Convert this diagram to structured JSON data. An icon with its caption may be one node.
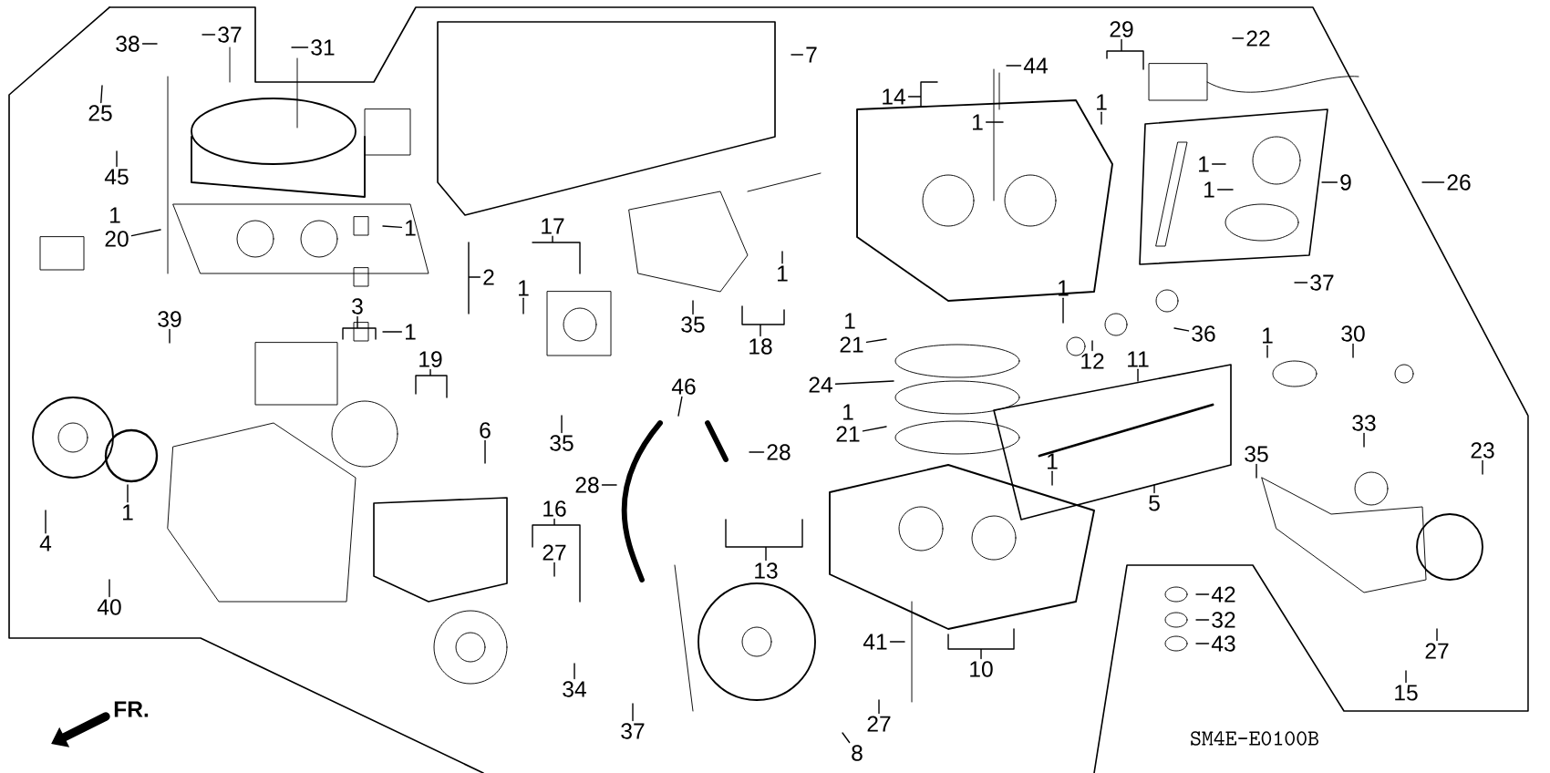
{
  "diagram": {
    "nodes": [
      {
        "text": [
          "38"
        ]
      },
      {
        "text": [
          "37"
        ]
      },
      {
        "text": [
          "31"
        ]
      },
      {
        "text": [
          "25"
        ]
      },
      {
        "text": [
          "45"
        ]
      },
      {
        "text": [
          "20"
        ]
      },
      {
        "text": [
          "1"
        ]
      },
      {
        "text": [
          "2"
        ]
      },
      {
        "text": [
          "1"
        ]
      },
      {
        "text": [
          "3"
        ]
      },
      {
        "text": [
          "17"
        ]
      },
      {
        "text": [
          "1"
        ]
      },
      {
        "text": [
          "39"
        ]
      },
      {
        "text": [
          "19"
        ]
      },
      {
        "text": [
          "6"
        ]
      },
      {
        "text": [
          "4"
        ]
      },
      {
        "text": [
          "1"
        ]
      },
      {
        "text": [
          "40"
        ]
      },
      {
        "text": [
          "35"
        ]
      },
      {
        "text": [
          "16"
        ]
      },
      {
        "text": [
          "27"
        ]
      },
      {
        "text": [
          "34"
        ]
      },
      {
        "text": [
          "37"
        ]
      },
      {
        "text": [
          "28"
        ]
      },
      {
        "text": [
          "46"
        ]
      },
      {
        "text": [
          "28"
        ]
      },
      {
        "text": [
          "13"
        ]
      },
      {
        "text": [
          "41"
        ]
      },
      {
        "text": [
          "8"
        ]
      },
      {
        "text": [
          "27"
        ]
      },
      {
        "text": [
          "10"
        ]
      },
      {
        "text": [
          "7"
        ]
      },
      {
        "text": [
          "14"
        ]
      },
      {
        "text": [
          "1"
        ]
      },
      {
        "text": [
          "44"
        ]
      },
      {
        "text": [
          "29"
        ]
      },
      {
        "text": [
          "1"
        ]
      },
      {
        "text": [
          "22"
        ]
      },
      {
        "text": [
          "1"
        ]
      },
      {
        "text": [
          "1"
        ]
      },
      {
        "text": [
          "9"
        ]
      },
      {
        "text": [
          "26"
        ]
      },
      {
        "text": [
          "37"
        ]
      },
      {
        "text": [
          "35"
        ]
      },
      {
        "text": [
          "1"
        ]
      },
      {
        "text": [
          "18"
        ]
      },
      {
        "text": [
          "21"
        ]
      },
      {
        "text": [
          "24"
        ]
      },
      {
        "text": [
          "21"
        ]
      },
      {
        "text": [
          "1"
        ]
      },
      {
        "text": [
          "12"
        ]
      },
      {
        "text": [
          "36"
        ]
      },
      {
        "text": [
          "11"
        ]
      },
      {
        "text": [
          "1"
        ]
      },
      {
        "text": [
          "30"
        ]
      },
      {
        "text": [
          "5"
        ]
      },
      {
        "text": [
          "1"
        ]
      },
      {
        "text": [
          "35"
        ]
      },
      {
        "text": [
          "33"
        ]
      },
      {
        "text": [
          "23"
        ]
      },
      {
        "text": [
          "42"
        ]
      },
      {
        "text": [
          "32"
        ]
      },
      {
        "text": [
          "43"
        ]
      },
      {
        "text": [
          "27"
        ]
      },
      {
        "text": [
          "15"
        ]
      }
    ],
    "edges": [
      {
        "from": 0,
        "to": null,
        "arrow": "none"
      },
      {
        "from": 1,
        "to": null,
        "arrow": "none"
      },
      {
        "from": 2,
        "to": null,
        "arrow": "none"
      },
      {
        "from": 3,
        "to": null,
        "arrow": "none"
      },
      {
        "from": 4,
        "to": null,
        "arrow": "none"
      },
      {
        "from": 5,
        "to": null,
        "arrow": "none"
      },
      {
        "from": 6,
        "to": null,
        "arrow": "none"
      },
      {
        "from": 7,
        "to": null,
        "arrow": "none"
      },
      {
        "from": 8,
        "to": null,
        "arrow": "none"
      },
      {
        "from": 9,
        "to": null,
        "arrow": "none"
      },
      {
        "from": 10,
        "to": null,
        "arrow": "none"
      },
      {
        "from": 11,
        "to": null,
        "arrow": "none"
      },
      {
        "from": 12,
        "to": null,
        "arrow": "none"
      },
      {
        "from": 13,
        "to": null,
        "arrow": "none"
      },
      {
        "from": 14,
        "to": null,
        "arrow": "none"
      },
      {
        "from": 15,
        "to": null,
        "arrow": "none"
      },
      {
        "from": 16,
        "to": null,
        "arrow": "none"
      },
      {
        "from": 17,
        "to": null,
        "arrow": "none"
      },
      {
        "from": 18,
        "to": null,
        "arrow": "none"
      },
      {
        "from": 19,
        "to": null,
        "arrow": "none"
      },
      {
        "from": 20,
        "to": null,
        "arrow": "none"
      },
      {
        "from": 21,
        "to": null,
        "arrow": "none"
      },
      {
        "from": 22,
        "to": null,
        "arrow": "none"
      },
      {
        "from": 23,
        "to": null,
        "arrow": "none"
      },
      {
        "from": 24,
        "to": null,
        "arrow": "none"
      },
      {
        "from": 25,
        "to": null,
        "arrow": "none"
      },
      {
        "from": 26,
        "to": null,
        "arrow": "none"
      },
      {
        "from": 27,
        "to": null,
        "arrow": "none"
      },
      {
        "from": 28,
        "to": null,
        "arrow": "none"
      },
      {
        "from": 29,
        "to": null,
        "arrow": "none"
      },
      {
        "from": 30,
        "to": null,
        "arrow": "none"
      },
      {
        "from": 31,
        "to": null,
        "arrow": "none"
      },
      {
        "from": 32,
        "to": null,
        "arrow": "none"
      },
      {
        "from": 33,
        "to": null,
        "arrow": "none"
      },
      {
        "from": 34,
        "to": null,
        "arrow": "none"
      },
      {
        "from": 35,
        "to": null,
        "arrow": "none"
      },
      {
        "from": 36,
        "to": null,
        "arrow": "none"
      },
      {
        "from": 37,
        "to": null,
        "arrow": "none"
      },
      {
        "from": 38,
        "to": null,
        "arrow": "none"
      },
      {
        "from": 39,
        "to": null,
        "arrow": "none"
      },
      {
        "from": 40,
        "to": null,
        "arrow": "none"
      },
      {
        "from": 41,
        "to": null,
        "arrow": "none"
      },
      {
        "from": 42,
        "to": null,
        "arrow": "none"
      },
      {
        "from": 43,
        "to": null,
        "arrow": "none"
      },
      {
        "from": 44,
        "to": null,
        "arrow": "none"
      },
      {
        "from": 45,
        "to": null,
        "arrow": "none"
      },
      {
        "from": 46,
        "to": null,
        "arrow": "none"
      },
      {
        "from": 47,
        "to": null,
        "arrow": "none"
      },
      {
        "from": 48,
        "to": null,
        "arrow": "none"
      },
      {
        "from": 49,
        "to": null,
        "arrow": "none"
      },
      {
        "from": 50,
        "to": null,
        "arrow": "none"
      },
      {
        "from": 51,
        "to": null,
        "arrow": "none"
      },
      {
        "from": 52,
        "to": null,
        "arrow": "none"
      },
      {
        "from": 53,
        "to": null,
        "arrow": "none"
      },
      {
        "from": 54,
        "to": null,
        "arrow": "none"
      },
      {
        "from": 55,
        "to": null,
        "arrow": "none"
      },
      {
        "from": 56,
        "to": null,
        "arrow": "none"
      },
      {
        "from": 57,
        "to": null,
        "arrow": "none"
      },
      {
        "from": 58,
        "to": null,
        "arrow": "none"
      },
      {
        "from": 59,
        "to": null,
        "arrow": "none"
      },
      {
        "from": 60,
        "to": null,
        "arrow": "none"
      },
      {
        "from": 61,
        "to": null,
        "arrow": "none"
      },
      {
        "from": 62,
        "to": null,
        "arrow": "none"
      },
      {
        "from": 63,
        "to": null,
        "arrow": "none"
      },
      {
        "from": 64,
        "to": null,
        "arrow": "none"
      }
    ],
    "labels": [
      "1",
      "1",
      "1",
      "FR.",
      "SM4E-E0100B"
    ]
  }
}
